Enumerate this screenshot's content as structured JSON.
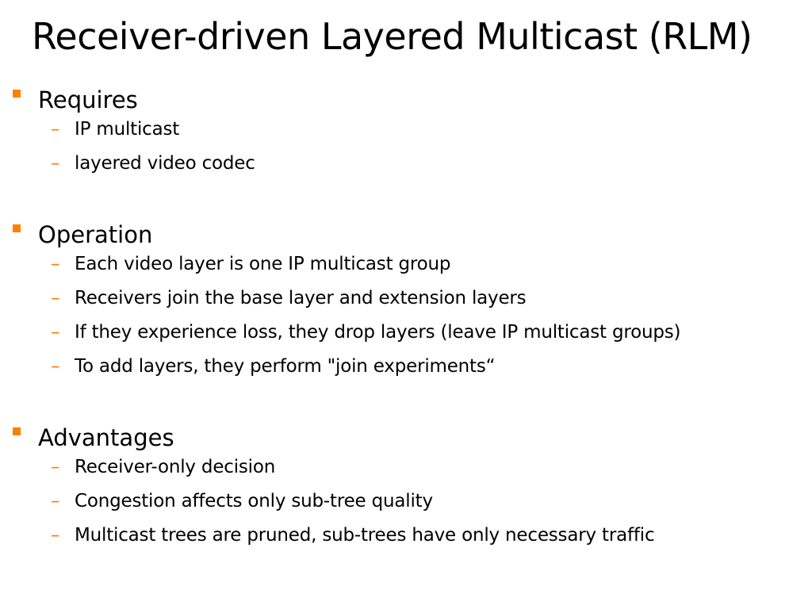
{
  "slide": {
    "title": "Receiver-driven Layered Multicast (RLM)",
    "accent_color": "#ff7f00",
    "sections": [
      {
        "label": "Requires",
        "items": [
          "IP multicast",
          "layered video codec"
        ]
      },
      {
        "label": "Operation",
        "items": [
          "Each video layer is one IP multicast group",
          "Receivers join the base layer and extension layers",
          "If they experience loss, they drop layers (leave IP multicast groups)",
          "To add layers, they perform \"join experiments“"
        ]
      },
      {
        "label": "Advantages",
        "items": [
          "Receiver-only decision",
          "Congestion affects only sub-tree quality",
          "Multicast trees are pruned, sub-trees have only necessary traffic"
        ]
      }
    ]
  }
}
